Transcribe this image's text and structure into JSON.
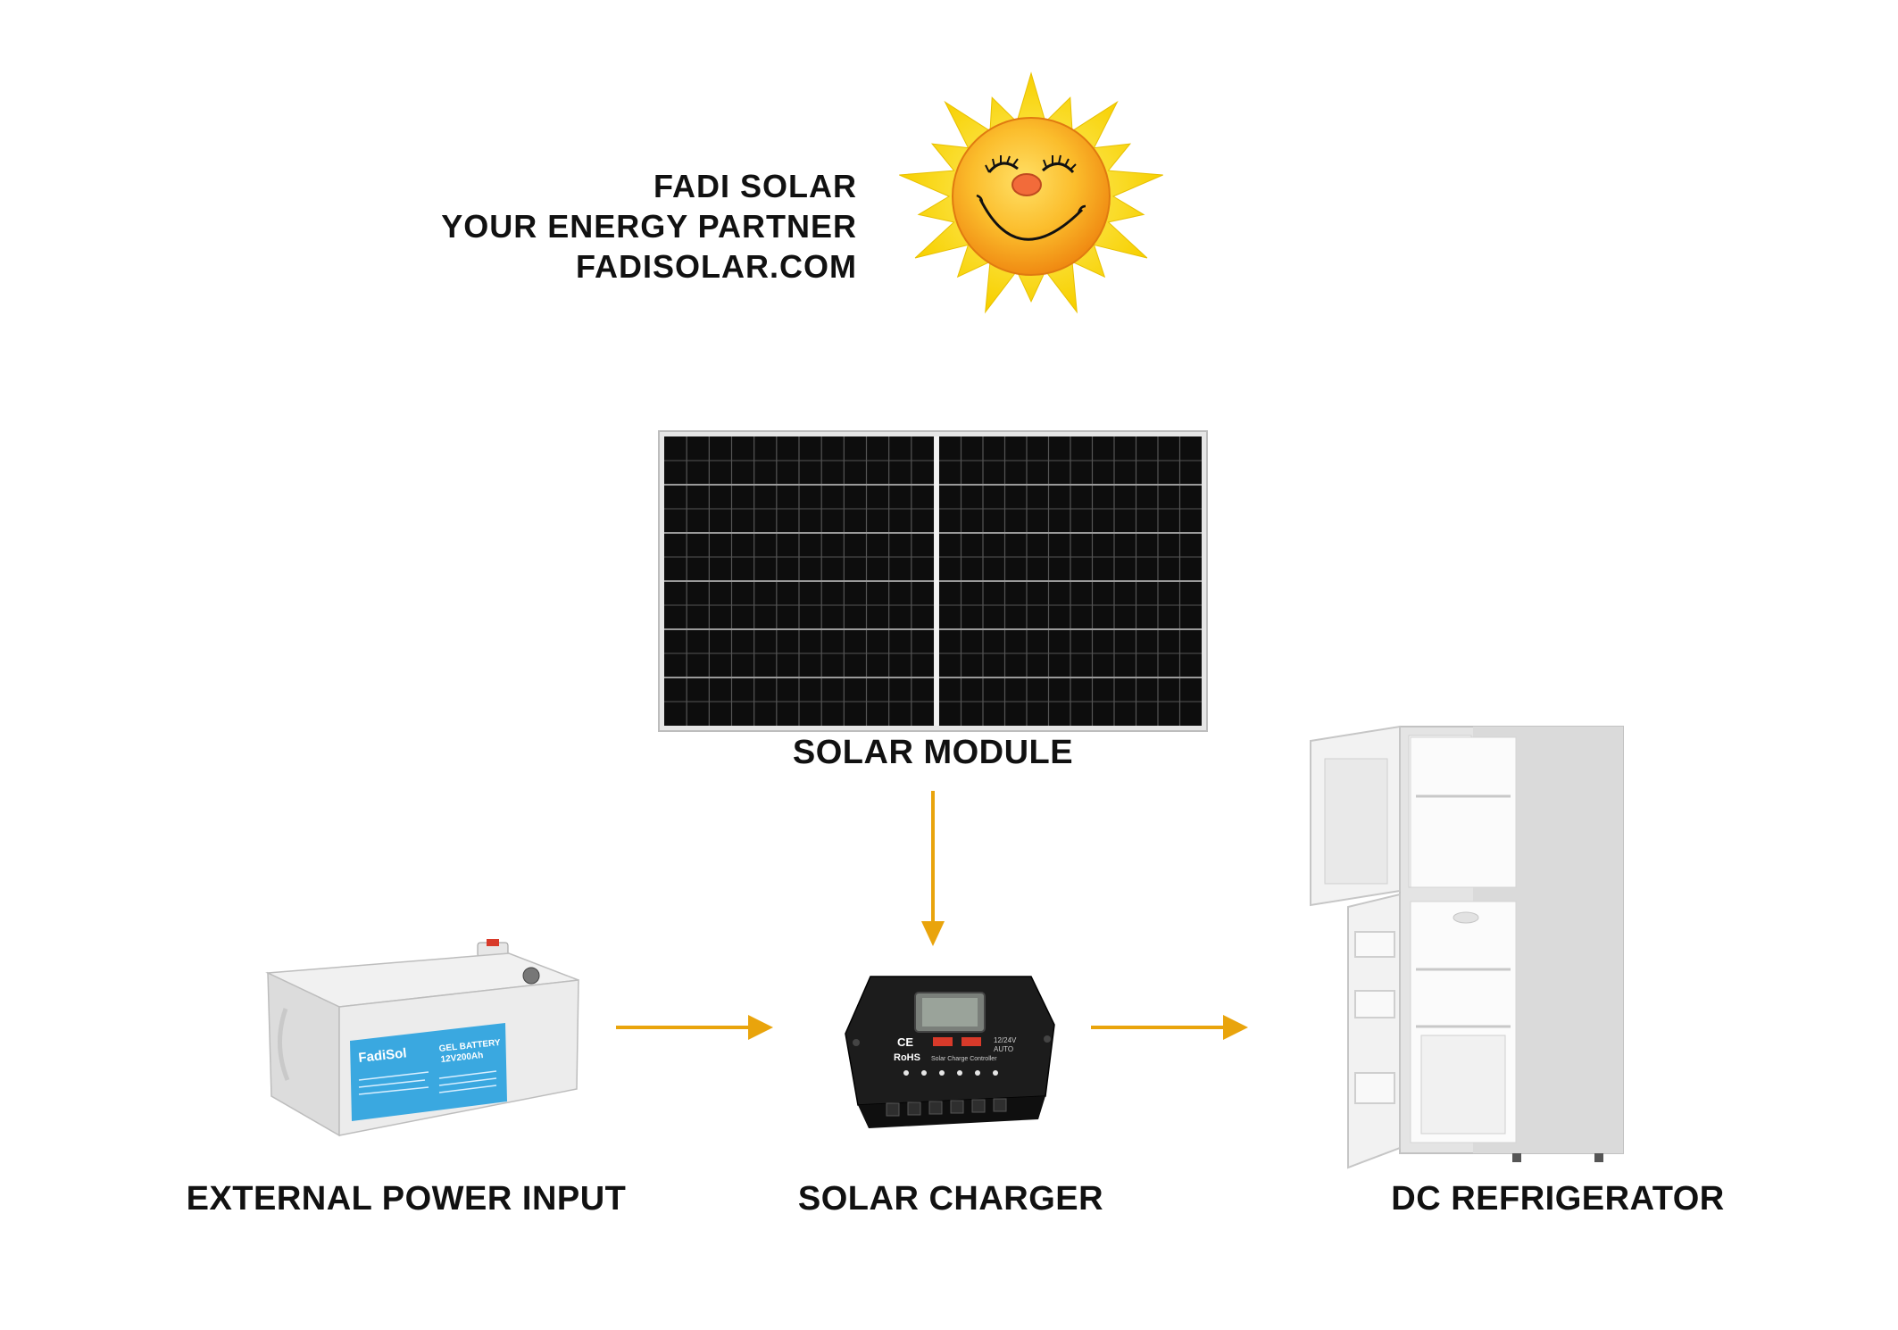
{
  "brand": {
    "name": "FADI SOLAR",
    "tagline": "YOUR ENERGY PARTNER",
    "website": "FADISOLAR.COM"
  },
  "components": {
    "solar_module": {
      "label": "SOLAR MODULE"
    },
    "battery": {
      "label": "EXTERNAL POWER INPUT",
      "logo_text": "FadiSol",
      "product_line1": "GEL BATTERY",
      "product_line2": "12V200Ah"
    },
    "charger": {
      "label": "SOLAR CHARGER",
      "mark_ce": "CE",
      "mark_rohs": "RoHS",
      "voltage": "12/24V",
      "mode": "AUTO",
      "product_name": "Solar Charge Controller"
    },
    "refrigerator": {
      "label": "DC REFRIGERATOR"
    }
  },
  "colors": {
    "arrow": "#e9a40c",
    "sun_rays": "#f9d81c",
    "sun_face": "#f7a51f",
    "panel": "#0d0d0d",
    "battery_label": "#3aa8e0"
  },
  "icons": {
    "sun": "smiling-sun-icon",
    "arrow": "flow-arrow-icon"
  }
}
